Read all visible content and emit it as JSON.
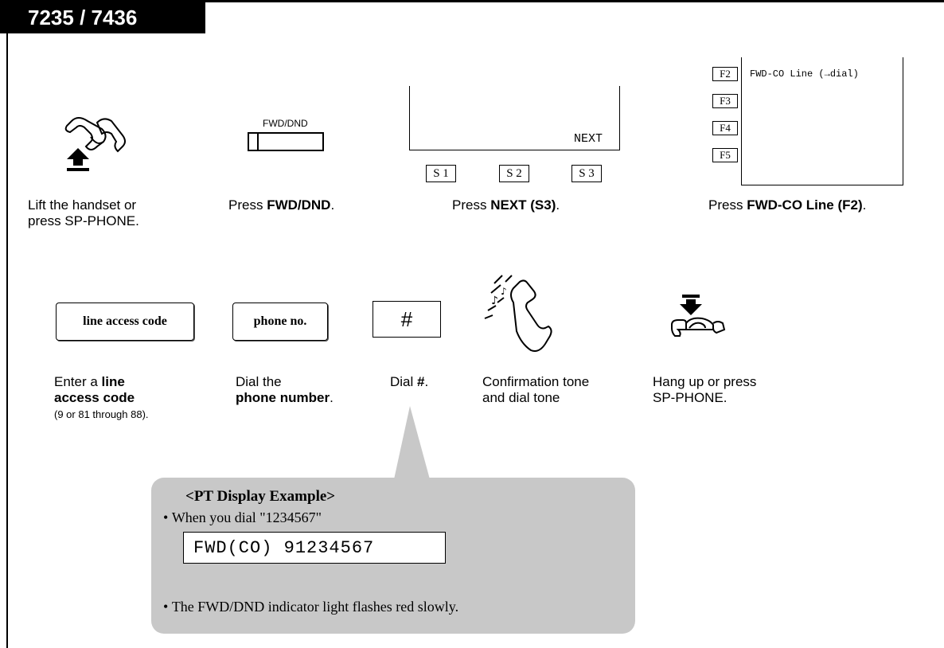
{
  "header": {
    "model": "7235 / 7436"
  },
  "steps_row1": [
    {
      "line1": "Lift the handset or",
      "line2": "press SP-PHONE."
    },
    {
      "prefix": "Press ",
      "bold": "FWD/DND",
      "suffix": "."
    },
    {
      "prefix": "Press ",
      "bold": "NEXT (S3)",
      "suffix": "."
    },
    {
      "prefix": "Press ",
      "bold": "FWD-CO Line (F2)",
      "suffix": "."
    }
  ],
  "fwd_button": {
    "label": "FWD/DND"
  },
  "softkey_display": {
    "text": "NEXT",
    "keys": [
      "S 1",
      "S 2",
      "S 3"
    ]
  },
  "function_display": {
    "keys": [
      "F2",
      "F3",
      "F4",
      "F5"
    ],
    "line1": "FWD-CO Line (→dial)"
  },
  "keys_row2": {
    "line_access": "line access code",
    "phone_no": "phone no.",
    "hash": "#"
  },
  "steps_row2": [
    {
      "line1_prefix": "Enter a ",
      "line1_bold": "line",
      "line2_bold": "access code",
      "line3": "(9 or 81 through  88)."
    },
    {
      "line1": "Dial the",
      "line2_bold": "phone number",
      "line2_suffix": "."
    },
    {
      "prefix": "Dial ",
      "bold": "#",
      "suffix": "."
    },
    {
      "line1": "Confirmation tone",
      "line2": "and dial tone"
    },
    {
      "line1": "Hang up or press",
      "line2": "SP-PHONE."
    }
  ],
  "example": {
    "title": "<PT Display Example>",
    "bullet1": "When you dial \"1234567\"",
    "display": "FWD(CO) 91234567",
    "bullet2": "The FWD/DND indicator light flashes red slowly."
  },
  "icons": [
    "handset-lift-icon",
    "tone-handset-icon",
    "hang-up-icon"
  ]
}
